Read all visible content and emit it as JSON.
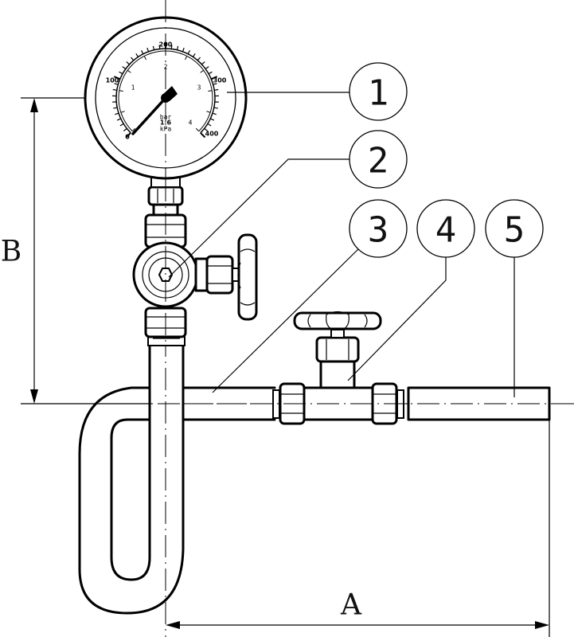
{
  "drawing": {
    "title": "Pressure gauge assembly with siphon and valves",
    "dimensions": {
      "A": "A",
      "B": "B"
    },
    "balloons": [
      {
        "number": "1",
        "part": "pressure-gauge"
      },
      {
        "number": "2",
        "part": "gauge-valve"
      },
      {
        "number": "3",
        "part": "siphon-pipe"
      },
      {
        "number": "4",
        "part": "shut-off-valve"
      },
      {
        "number": "5",
        "part": "connection-pipe"
      }
    ],
    "gauge": {
      "outer_labels": [
        "0",
        "100",
        "200",
        "300",
        "400"
      ],
      "inner_labels": [
        "1",
        "2",
        "3",
        "4"
      ],
      "unit_bar": "bar",
      "unit_kpa": "kPa",
      "class_text": "1.6",
      "scale_min": 0,
      "scale_max": 400,
      "needle_value_kpa": 0
    },
    "colors": {
      "line": "#000000",
      "background": "#ffffff"
    }
  }
}
